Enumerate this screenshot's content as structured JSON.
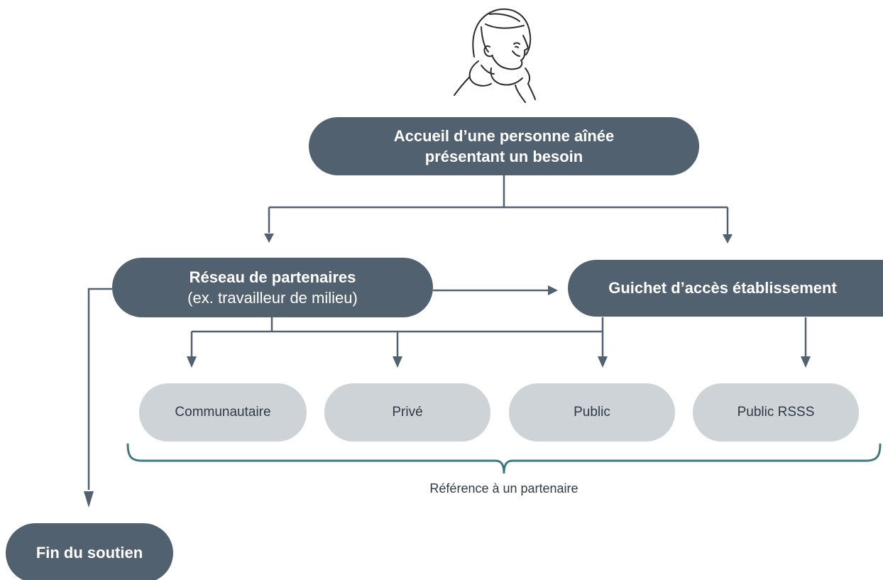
{
  "start_node": {
    "line1": "Accueil d’une personne aînée",
    "line2": "présentant un besoin"
  },
  "partners_node": {
    "title": "Réseau de partenaires",
    "subtitle": "(ex. travailleur de milieu)"
  },
  "access_node": {
    "title": "Guichet d’accès établissement"
  },
  "partner_types": [
    {
      "label": "Communautaire"
    },
    {
      "label": "Privé"
    },
    {
      "label": "Public"
    },
    {
      "label": "Public RSSS"
    }
  ],
  "bracket_caption": "Référence à un partenaire",
  "end_node": {
    "title": "Fin du soutien"
  },
  "colors": {
    "dark_node": "#52616f",
    "light_node": "#ced3d7",
    "connector": "#52616f",
    "bracket": "#3e7a7c",
    "text_dark": "#2e3b46"
  },
  "icons": {
    "person": "elderly-person-icon"
  }
}
